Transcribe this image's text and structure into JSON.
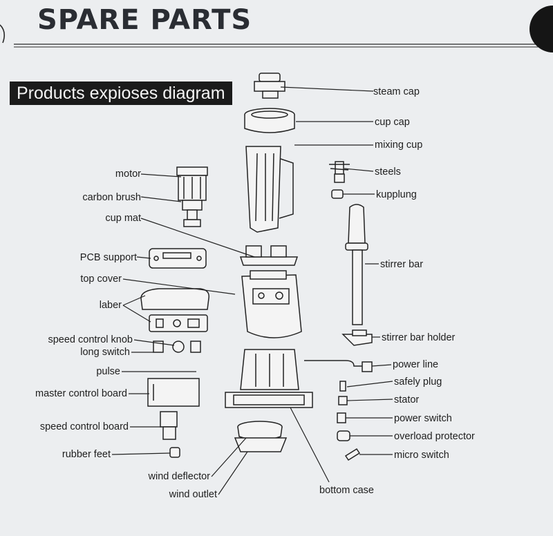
{
  "header": {
    "title": "SPARE PARTS",
    "subtitle": "Products expioses diagram"
  },
  "labels": {
    "steam_cap": "steam cap",
    "cup_cap": "cup cap",
    "mixing_cup": "mixing cup",
    "steels": "steels",
    "kupplung": "kupplung",
    "motor": "motor",
    "carbon_brush": "carbon brush",
    "cup_mat": "cup mat",
    "pcb_support": "PCB support",
    "top_cover": "top cover",
    "laber": "laber",
    "speed_control_knob": "speed control knob",
    "long_switch": "long switch",
    "pulse": "pulse",
    "master_control_board": "master control board",
    "speed_control_board": "speed control board",
    "rubber_feet": "rubber feet",
    "wind_deflector": "wind deflector",
    "wind_outlet": "wind outlet",
    "stirrer_bar": "stirrer bar",
    "stirrer_bar_holder": "stirrer bar holder",
    "power_line": "power line",
    "safely_plug": "safely plug",
    "stator": "stator",
    "power_switch": "power switch",
    "overload_protector": "overload protector",
    "micro_switch": "micro switch",
    "bottom_case": "bottom case"
  }
}
